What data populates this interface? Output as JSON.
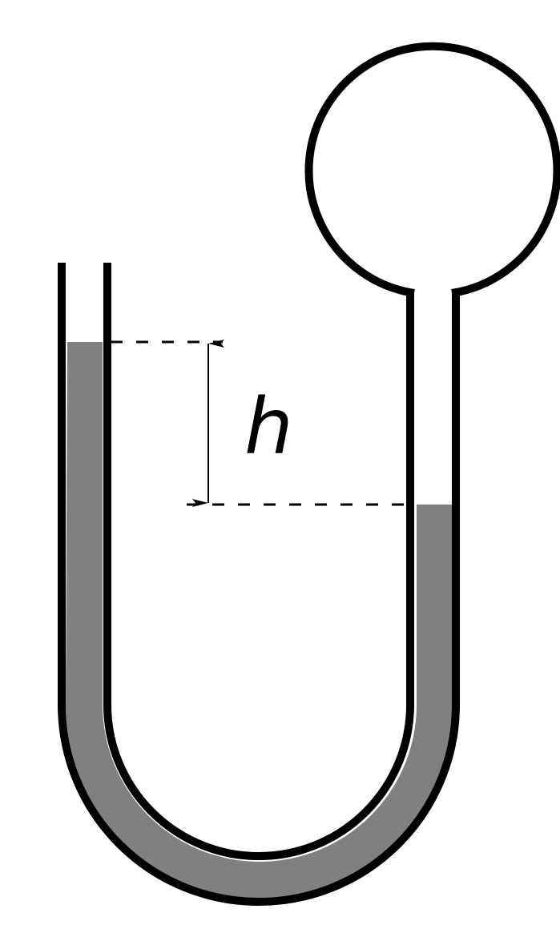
{
  "diagram": {
    "title": "U-tube manometer with closed bulb",
    "labels": {
      "height_difference": "h"
    },
    "colors": {
      "tube_wall": "#000000",
      "liquid": "#808080",
      "background": "#ffffff",
      "annotation": "#000000"
    },
    "components": [
      {
        "name": "open-left-arm",
        "description": "Open left vertical tube, liquid level higher"
      },
      {
        "name": "right-arm",
        "description": "Right vertical tube connected to closed spherical bulb, liquid level lower"
      },
      {
        "name": "bulb",
        "description": "Closed spherical gas bulb atop right arm"
      },
      {
        "name": "u-bend",
        "description": "Curved bottom filled with liquid"
      },
      {
        "name": "height-annotation",
        "description": "Double-headed arrow between dashed level lines labelled h"
      }
    ]
  }
}
